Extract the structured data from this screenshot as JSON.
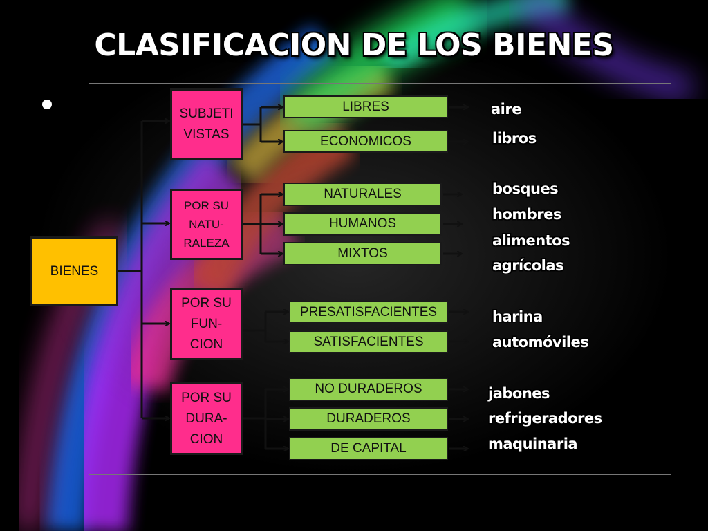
{
  "title": "CLASIFICACION DE LOS BIENES",
  "root": "BIENES",
  "categories": [
    {
      "label": "SUBJETI\nVISTAS",
      "types": [
        "LIBRES",
        "ECONOMICOS"
      ]
    },
    {
      "label": "POR SU\nNATU-\nRALEZA",
      "types": [
        "NATURALES",
        "HUMANOS",
        "MIXTOS"
      ]
    },
    {
      "label": "POR SU\nFUN-\nCION",
      "types": [
        "PRESATISFACIENTES",
        "SATISFACIENTES"
      ]
    },
    {
      "label": "POR SU\nDURA-\nCION",
      "types": [
        "NO DURADEROS",
        "DURADEROS",
        "DE CAPITAL"
      ]
    }
  ],
  "examples": [
    "aire",
    "libros",
    "bosques",
    "hombres",
    "alimentos",
    "agrícolas",
    "harina",
    "automóviles",
    "jabones",
    "refrigeradores",
    "maquinaria"
  ],
  "colors": {
    "root": "#ffc000",
    "category": "#ff2d8c",
    "type": "#92d050",
    "connector": "#111111"
  }
}
